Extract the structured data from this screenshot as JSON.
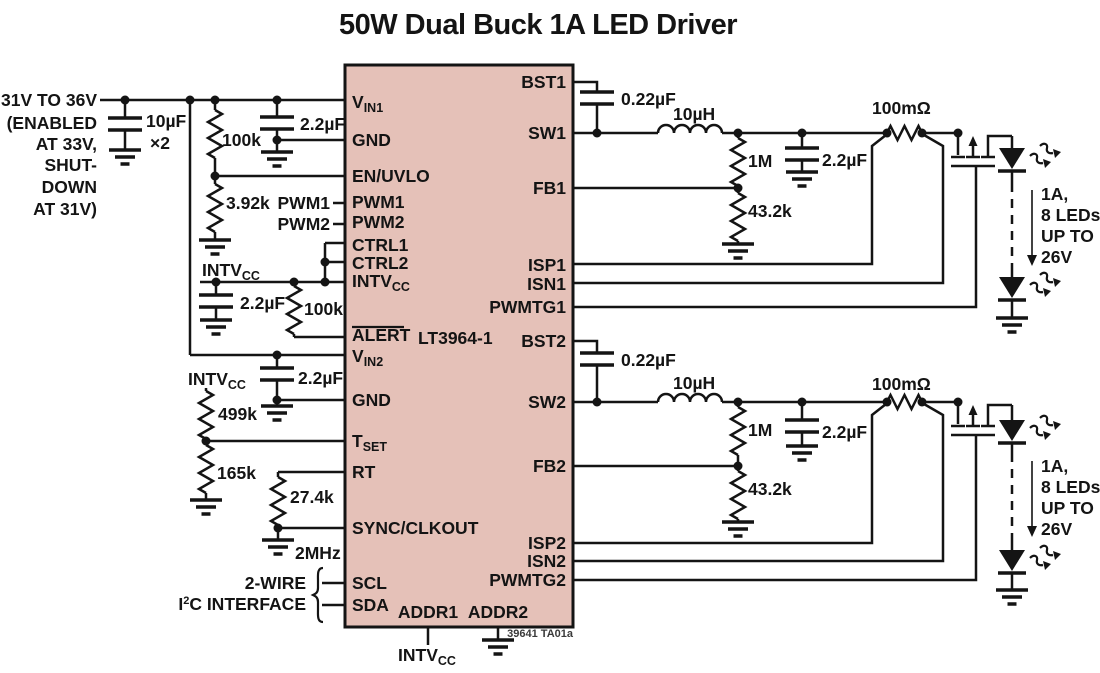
{
  "title": "50W Dual Buck 1A LED Driver",
  "colors": {
    "ic_fill": "#e5c1b8",
    "stroke": "#141414"
  },
  "ic": {
    "name": "LT3964-1",
    "code": "39641 TA01a",
    "pins": {
      "vin1": {
        "base": "V",
        "sub": "IN1"
      },
      "gnd1": "GND",
      "en": "EN/UVLO",
      "pwm1": "PWM1",
      "pwm2": "PWM2",
      "ctrl1": "CTRL1",
      "ctrl2": "CTRL2",
      "intvcc": {
        "base": "INTV",
        "sub": "CC"
      },
      "alert": "ALERT",
      "vin2": {
        "base": "V",
        "sub": "IN2"
      },
      "gnd2": "GND",
      "tset": {
        "base": "T",
        "sub": "SET"
      },
      "rt": "RT",
      "sync": "SYNC/CLKOUT",
      "scl": "SCL",
      "sda": "SDA",
      "addr1": "ADDR1",
      "addr2": "ADDR2",
      "bst1": "BST1",
      "sw1": "SW1",
      "fb1": "FB1",
      "isp1": "ISP1",
      "isn1": "ISN1",
      "pwmtg1": "PWMTG1",
      "bst2": "BST2",
      "sw2": "SW2",
      "fb2": "FB2",
      "isp2": "ISP2",
      "isn2": "ISN2",
      "pwmtg2": "PWMTG2"
    }
  },
  "input": {
    "l1": "31V TO 36V",
    "l2": "(ENABLED",
    "l3": "AT 33V,",
    "l4": "SHUT-",
    "l5": "DOWN",
    "l6": "AT 31V)",
    "cap": "10µF",
    "capx": "×2",
    "r1": "100k",
    "r2": "3.92k",
    "cap2": "2.2µF",
    "pwm1": "PWM1",
    "pwm2": "PWM2"
  },
  "bias": {
    "net1": {
      "base": "INTV",
      "sub": "CC"
    },
    "cap": "2.2µF",
    "rpull": "100k",
    "cap_vin2": "2.2µF",
    "net2": {
      "base": "INTV",
      "sub": "CC"
    },
    "r499": "499k",
    "r165": "165k",
    "r27": "27.4k",
    "freq": "2MHz"
  },
  "i2c": {
    "l1": "2-WIRE",
    "l2a": "I",
    "l2b": "2",
    "l2c": "C INTERFACE"
  },
  "addr": {
    "net": {
      "base": "INTV",
      "sub": "CC"
    }
  },
  "ch1": {
    "bst_cap": "0.22µF",
    "ind": "10µH",
    "rtop": "1M",
    "rbot": "43.2k",
    "ocap": "2.2µF",
    "sense": "100mΩ",
    "n1": "1A,",
    "n2": "8 LEDs",
    "n3": "UP TO",
    "n4": "26V"
  },
  "ch2": {
    "bst_cap": "0.22µF",
    "ind": "10µH",
    "rtop": "1M",
    "rbot": "43.2k",
    "ocap": "2.2µF",
    "sense": "100mΩ",
    "n1": "1A,",
    "n2": "8 LEDs",
    "n3": "UP TO",
    "n4": "26V"
  }
}
